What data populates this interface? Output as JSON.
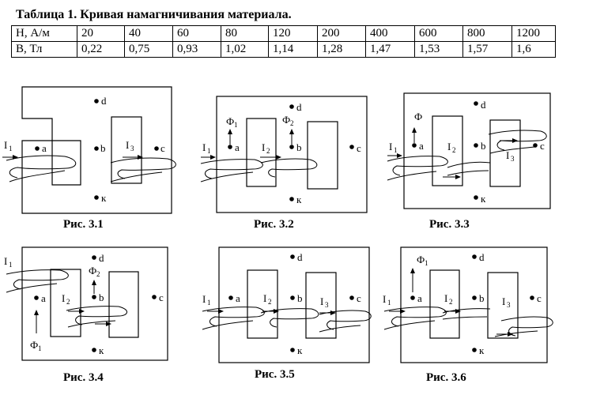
{
  "title": "Таблица 1. Кривая намагничивания материала.",
  "table": {
    "rows": [
      {
        "label": "H, А/м",
        "values": [
          "20",
          "40",
          "60",
          "80",
          "120",
          "200",
          "400",
          "600",
          "800",
          "1200"
        ]
      },
      {
        "label": "B, Тл",
        "values": [
          "0,22",
          "0,75",
          "0,93",
          "1,02",
          "1,14",
          "1,28",
          "1,47",
          "1,53",
          "1,57",
          "1,6"
        ]
      }
    ]
  },
  "figures": [
    {
      "caption": "Рис.  3.1",
      "labels": {
        "d": "d",
        "a": "a",
        "b": "b",
        "c": "c",
        "k": "к",
        "I1": "I",
        "I1_sub": "1",
        "I3": "I",
        "I3_sub": "3"
      }
    },
    {
      "caption": "Рис. 3.2",
      "labels": {
        "d": "d",
        "a": "a",
        "b": "b",
        "c": "c",
        "k": "к",
        "F1": "Ф",
        "F1_sub": "1",
        "F2": "Ф",
        "F2_sub": "2",
        "I1": "I",
        "I1_sub": "1",
        "I2": "I",
        "I2_sub": "2"
      }
    },
    {
      "caption": "Рис.  3.3",
      "labels": {
        "d": "d",
        "a": "a",
        "b": "b",
        "c": "c",
        "k": "к",
        "F": "Ф",
        "I1": "I",
        "I1_sub": "1",
        "I2": "I",
        "I2_sub": "2",
        "I3": "I",
        "I3_sub": "3"
      }
    },
    {
      "caption": "Рис.  3.4",
      "labels": {
        "d": "d",
        "a": "a",
        "b": "b",
        "c": "c",
        "k": "к",
        "I1": "I",
        "I1_sub": "1",
        "I2": "I",
        "I2_sub": "2",
        "F2": "Ф",
        "F2_sub": "2",
        "F1": "Ф",
        "F1_sub": "1"
      }
    },
    {
      "caption": "Рис. 3.5",
      "labels": {
        "d": "d",
        "a": "a",
        "b": "b",
        "c": "c",
        "k": "к",
        "I1": "I",
        "I1_sub": "1",
        "I2": "I",
        "I2_sub": "2",
        "I3": "I",
        "I3_sub": "3"
      }
    },
    {
      "caption": "Рис. 3.6",
      "labels": {
        "d": "d",
        "a": "a",
        "b": "b",
        "c": "c",
        "k": "к",
        "F1": "Ф",
        "F1_sub": "1",
        "I1": "I",
        "I1_sub": "1",
        "I2": "I",
        "I2_sub": "2",
        "I3": "I",
        "I3_sub": "3"
      }
    }
  ]
}
